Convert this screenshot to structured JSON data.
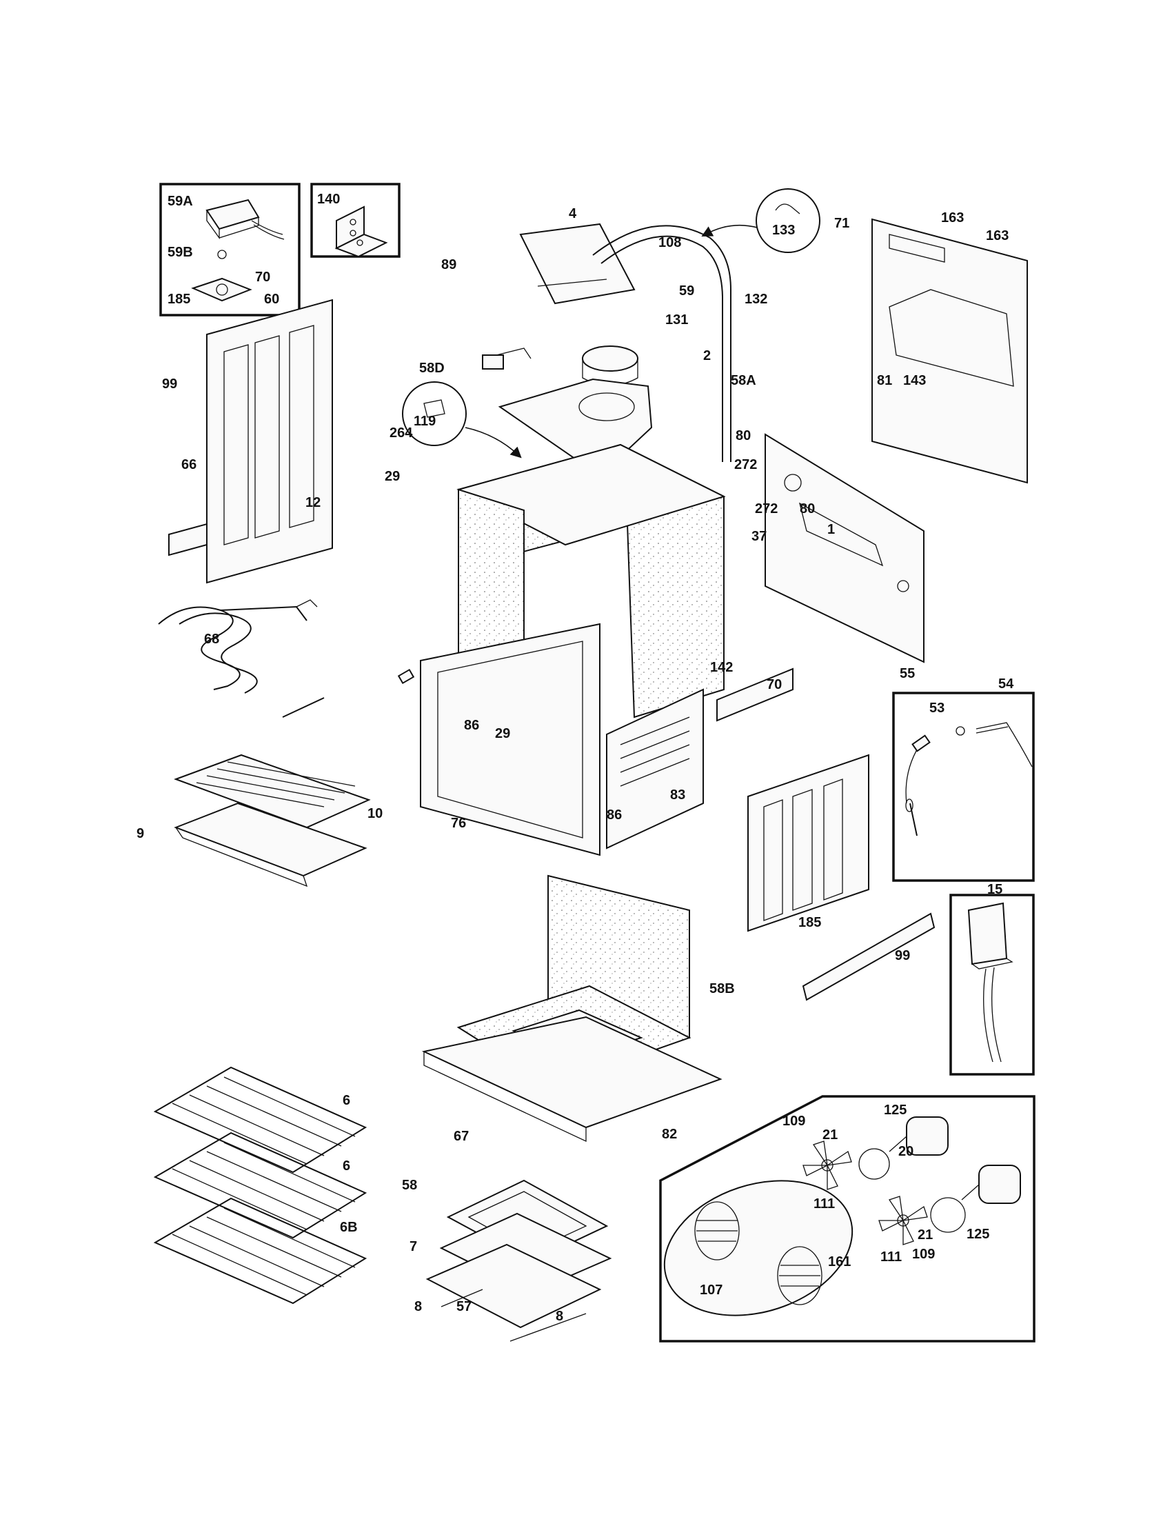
{
  "labels": [
    "59A",
    "59B",
    "60",
    "140",
    "4",
    "133",
    "163",
    "163",
    "71",
    "108",
    "89",
    "59",
    "132",
    "119",
    "131",
    "2",
    "70",
    "185",
    "58D",
    "58A",
    "99",
    "81",
    "143",
    "264",
    "66",
    "80",
    "272",
    "29",
    "37",
    "12",
    "272",
    "80",
    "1",
    "55",
    "68",
    "54",
    "142",
    "53",
    "86",
    "29",
    "70",
    "10",
    "9",
    "83",
    "76",
    "86",
    "15",
    "185",
    "99",
    "58B",
    "6",
    "6",
    "125",
    "109",
    "21",
    "82",
    "20",
    "67",
    "6B",
    "111",
    "58",
    "125",
    "21",
    "7",
    "111",
    "109",
    "161",
    "107",
    "8",
    "57",
    "8"
  ]
}
